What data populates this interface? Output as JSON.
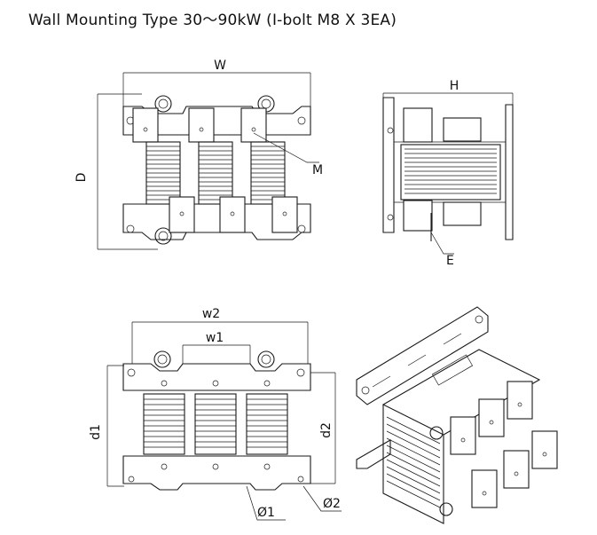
{
  "title": "Wall Mounting Type 30～90kW (I-bolt M8 X 3EA)",
  "labels": {
    "W": "W",
    "H": "H",
    "D": "D",
    "M": "M",
    "E": "E",
    "w1": "w1",
    "w2": "w2",
    "d1": "d1",
    "d2": "d2",
    "phi1": "Ø1",
    "phi2": "Ø2"
  }
}
